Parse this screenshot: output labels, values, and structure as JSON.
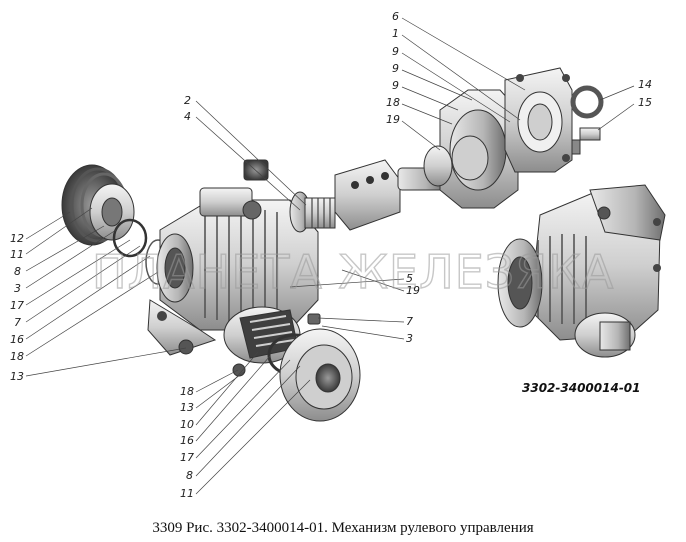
{
  "watermark": "ПЛАНЕТА ЖЕЛЕЗЯКА",
  "part_number": "3302-3400014-01",
  "caption": "3309 Рис. 3302-3400014-01. Механизм рулевого управления",
  "callouts": [
    {
      "id": "c12a",
      "label": "12"
    },
    {
      "id": "c11a",
      "label": "11"
    },
    {
      "id": "c8a",
      "label": "8"
    },
    {
      "id": "c3a",
      "label": "3"
    },
    {
      "id": "c17a",
      "label": "17"
    },
    {
      "id": "c7a",
      "label": "7"
    },
    {
      "id": "c16a",
      "label": "16"
    },
    {
      "id": "c18a",
      "label": "18"
    },
    {
      "id": "c13a",
      "label": "13"
    },
    {
      "id": "c2",
      "label": "2"
    },
    {
      "id": "c4",
      "label": "4"
    },
    {
      "id": "c5",
      "label": "5"
    },
    {
      "id": "c19a",
      "label": "19"
    },
    {
      "id": "c7b",
      "label": "7"
    },
    {
      "id": "c3b",
      "label": "3"
    },
    {
      "id": "c18b",
      "label": "18"
    },
    {
      "id": "c13b",
      "label": "13"
    },
    {
      "id": "c10",
      "label": "10"
    },
    {
      "id": "c16b",
      "label": "16"
    },
    {
      "id": "c17b",
      "label": "17"
    },
    {
      "id": "c8b",
      "label": "8"
    },
    {
      "id": "c11b",
      "label": "11"
    },
    {
      "id": "c6",
      "label": "6"
    },
    {
      "id": "c1",
      "label": "1"
    },
    {
      "id": "c9a",
      "label": "9"
    },
    {
      "id": "c9b",
      "label": "9"
    },
    {
      "id": "c9c",
      "label": "9"
    },
    {
      "id": "c18c",
      "label": "18"
    },
    {
      "id": "c19b",
      "label": "19"
    },
    {
      "id": "c14",
      "label": "14"
    },
    {
      "id": "c15",
      "label": "15"
    }
  ]
}
